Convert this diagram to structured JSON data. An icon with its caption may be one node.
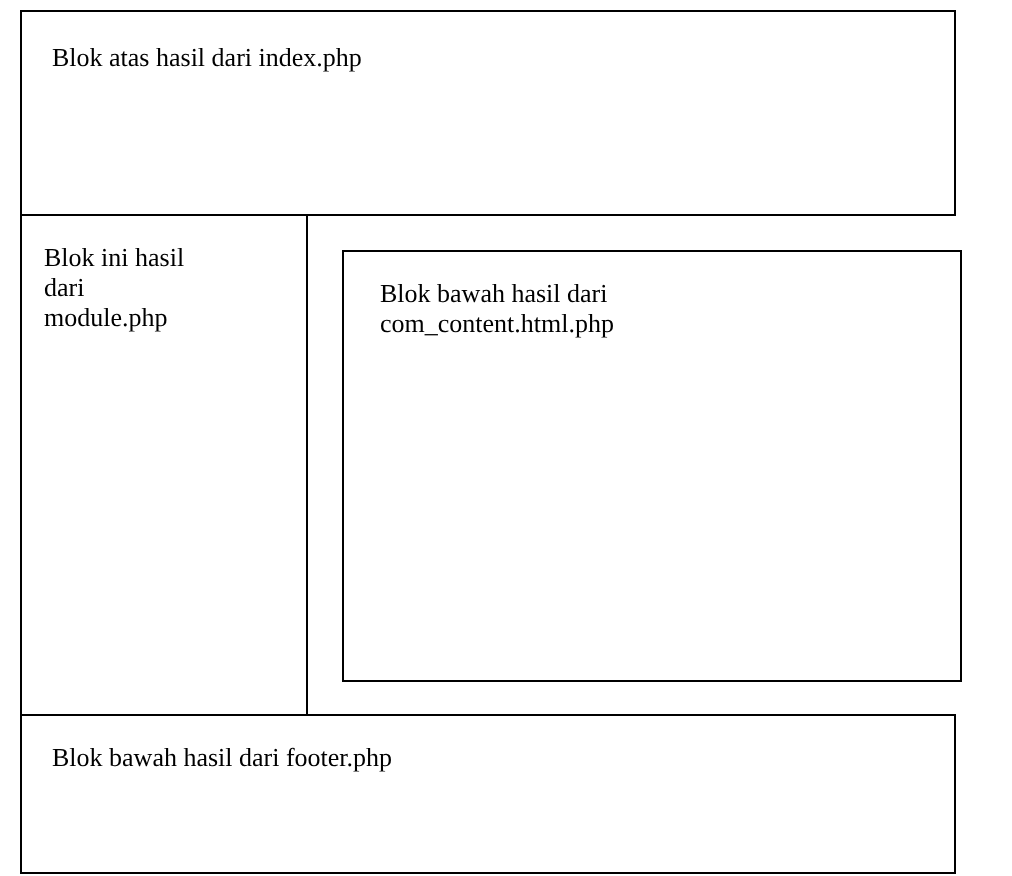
{
  "diagram": {
    "nodes": [
      {
        "text": [
          "Blok atas hasil dari index.php"
        ]
      },
      {
        "text": [
          "Blok ini hasil dari module.php"
        ]
      },
      {
        "text": [
          "Blok bawah hasil dari com_content.html.php"
        ]
      },
      {
        "text": [
          "Blok bawah hasil dari footer.php"
        ]
      }
    ]
  }
}
